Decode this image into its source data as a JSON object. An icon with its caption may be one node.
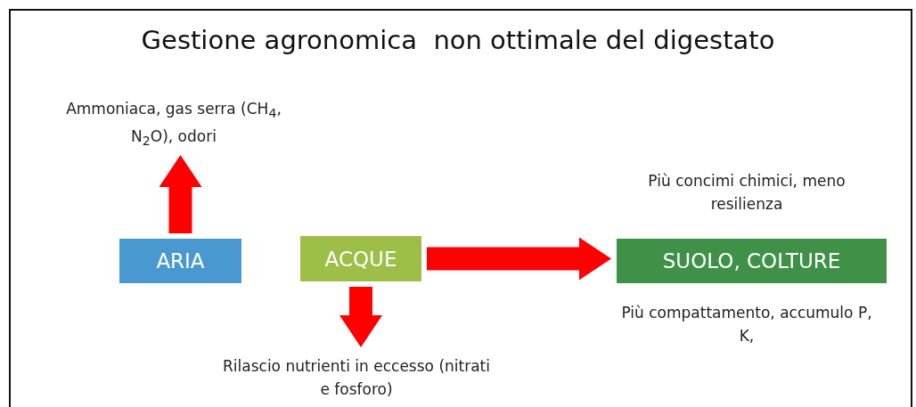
{
  "diagram": {
    "title": "Gestione agronomica  non ottimale del digestato",
    "nodes": [
      {
        "text": [
          "Ammoniaca, gas serra (CH$_{4}$, N$_{2}$O), odori"
        ]
      },
      {
        "text": [
          "ARIA"
        ]
      },
      {
        "text": [
          "ACQUE"
        ]
      },
      {
        "text": [
          "SUOLO, COLTURE"
        ],
        "beside": [
          "Più concimi chimici, meno resilienza",
          "Più compattamento, accumulo P, K,"
        ]
      },
      {
        "text": [
          "Rilascio nutrienti in eccesso (nitrati e fosforo)"
        ]
      }
    ],
    "edges": [
      {
        "from": 1,
        "to": 0,
        "arrow": "to"
      },
      {
        "from": 2,
        "to": 4,
        "arrow": "to"
      },
      {
        "from": 2,
        "to": 3,
        "arrow": "to"
      }
    ]
  }
}
